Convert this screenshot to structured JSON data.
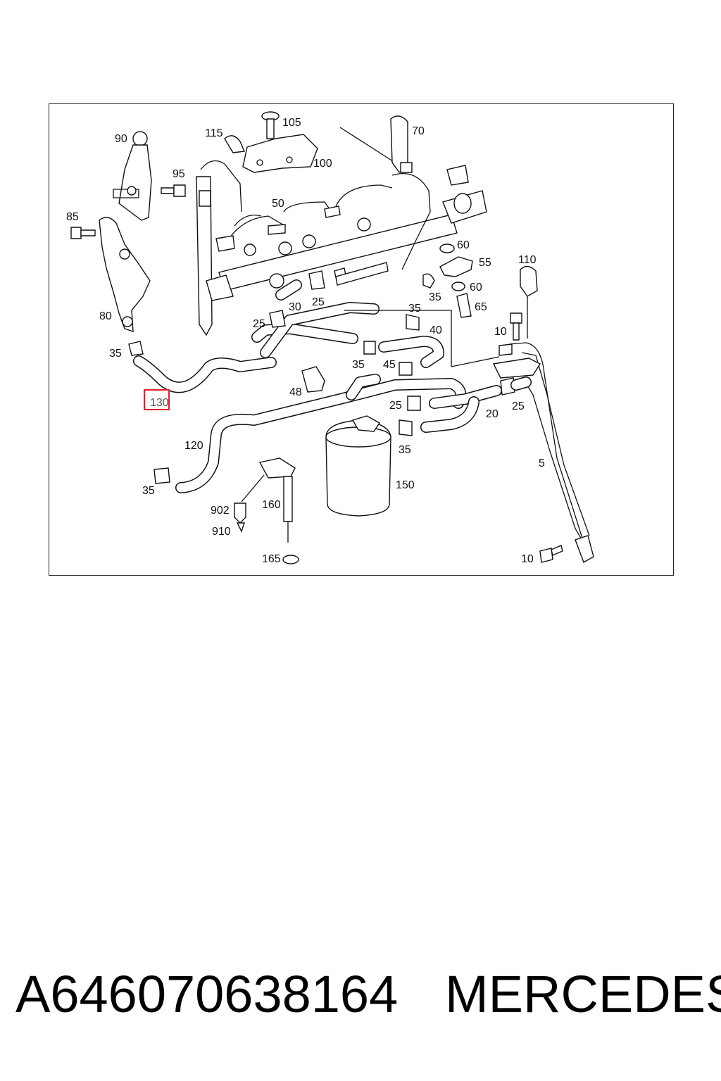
{
  "diagram": {
    "labels": {
      "l90": "90",
      "l95": "95",
      "l85": "85",
      "l80": "80",
      "l115": "115",
      "l105": "105",
      "l100": "100",
      "l70": "70",
      "l50": "50",
      "l60a": "60",
      "l55": "55",
      "l110": "110",
      "l60b": "60",
      "l35a": "35",
      "l65": "65",
      "l30": "30",
      "l25a": "25",
      "l25b": "25",
      "l35b": "35",
      "l40": "40",
      "l10a": "10",
      "l35c": "35",
      "l35d": "35",
      "l45": "45",
      "l48": "48",
      "l25c": "25",
      "l20": "20",
      "l25d": "25",
      "l130": "130",
      "l120": "120",
      "l35e": "35",
      "l35f": "35",
      "l150": "150",
      "l5": "5",
      "l902": "902",
      "l160": "160",
      "l910": "910",
      "l165": "165",
      "l10b": "10"
    },
    "highlight_color": "#e0202a"
  },
  "footer": {
    "part_number": "A646070638164",
    "brand": "MERCEDES"
  }
}
